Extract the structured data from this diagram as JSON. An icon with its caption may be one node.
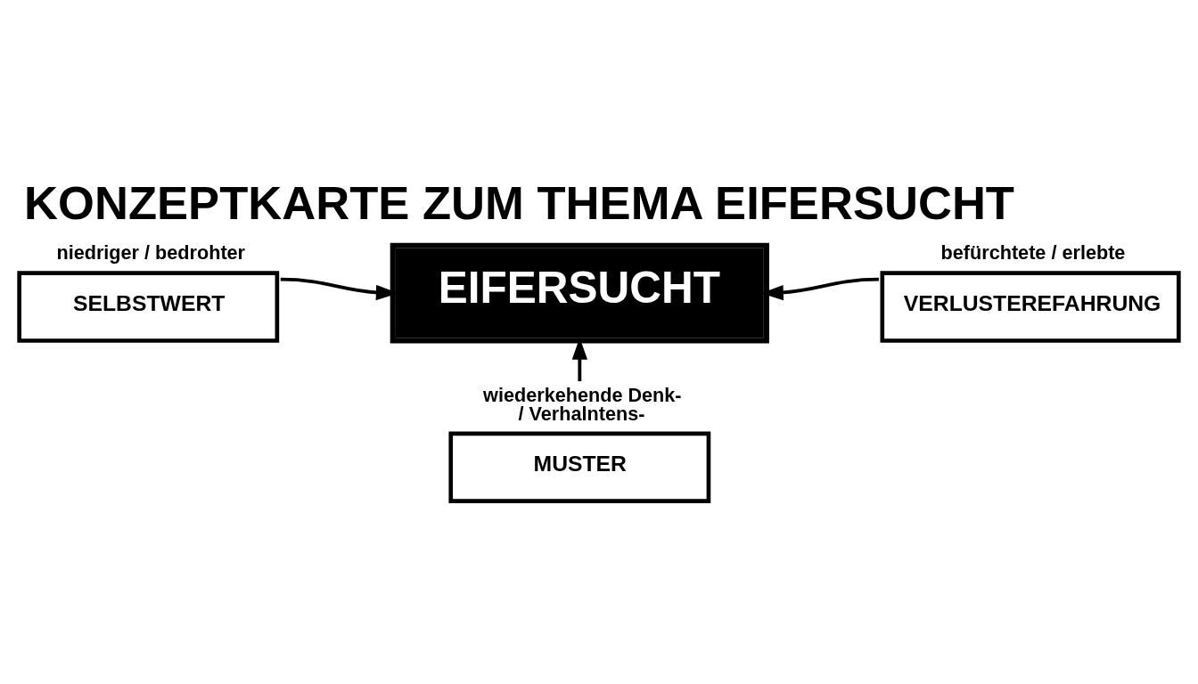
{
  "diagram": {
    "title": "KONZEPTKARTE ZUM THEMA EIFERSUCHT",
    "nodes": [
      {
        "text": [
          "niedriger / bedrohter",
          "SELBSTWERT"
        ]
      },
      {
        "text": [
          "EIFERSUCHT"
        ]
      },
      {
        "text": [
          "befürchtete / erlebte",
          "VERLUSTEREFAHRUNG"
        ]
      },
      {
        "text": [
          "wiederkehende Denk- / Verhalntens-",
          "MUSTER"
        ]
      }
    ],
    "edges": [
      {
        "from": 0,
        "to": 1,
        "arrow": "to"
      },
      {
        "from": 2,
        "to": 1,
        "arrow": "to"
      },
      {
        "from": 3,
        "to": 1,
        "arrow": "to"
      }
    ]
  }
}
